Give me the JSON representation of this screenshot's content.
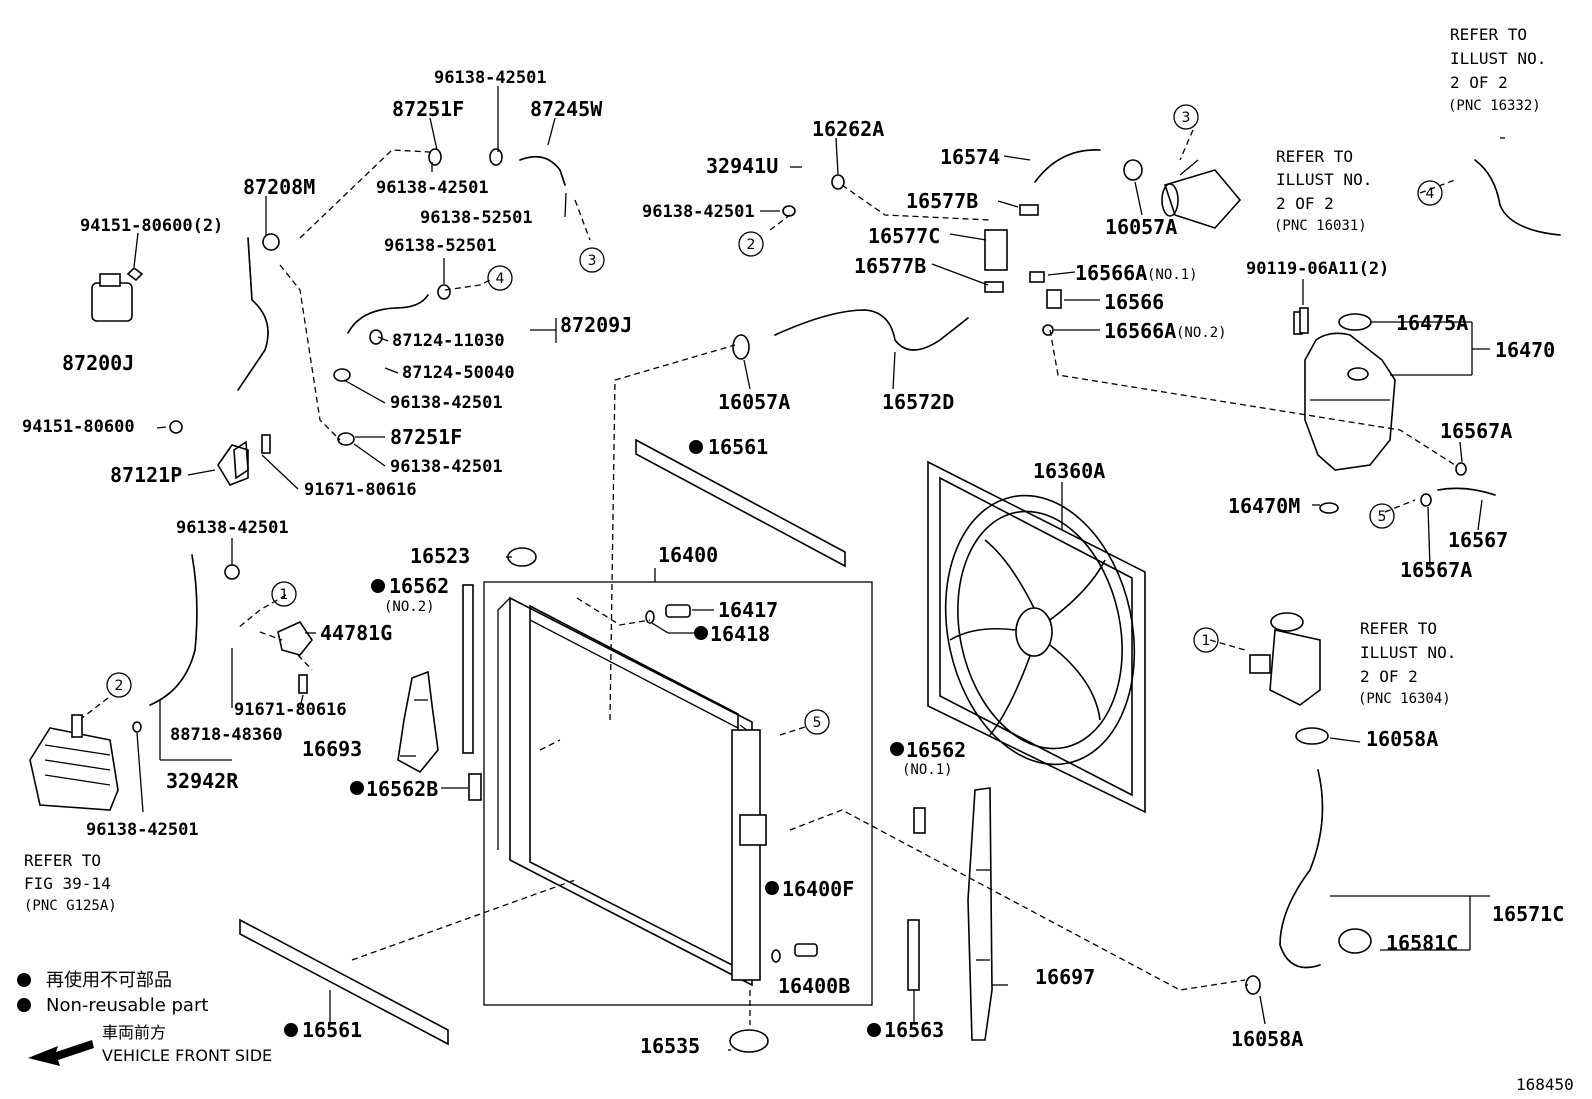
{
  "parts": {
    "p96138_42501_top": "96138-42501",
    "p87251F_top": "87251F",
    "p87245W": "87245W",
    "p87208M": "87208M",
    "p96138_42501_b": "96138-42501",
    "p96138_52501_a": "96138-52501",
    "p94151_80600_2": "94151-80600(2)",
    "p96138_52501_b": "96138-52501",
    "p87209J": "87209J",
    "p87124_11030": "87124-11030",
    "p87124_50040": "87124-50040",
    "p87200J": "87200J",
    "p96138_42501_c": "96138-42501",
    "p94151_80600": "94151-80600",
    "p87251F_b": "87251F",
    "p96138_42501_d": "96138-42501",
    "p87121P": "87121P",
    "p91671_80616_a": "91671-80616",
    "p32941U": "32941U",
    "p16262A": "16262A",
    "p96138_42501_e": "96138-42501",
    "p16574": "16574",
    "p16577B_a": "16577B",
    "p16057A_a": "16057A",
    "p16577C": "16577C",
    "p16577B_b": "16577B",
    "p16566A_1": "16566A",
    "p16566A_1_sub": "(NO.1)",
    "p16566": "16566",
    "p16566A_2": "16566A",
    "p16566A_2_sub": "(NO.2)",
    "p16057A_b": "16057A",
    "p16572D": "16572D",
    "p90119": "90119-06A11(2)",
    "p16475A": "16475A",
    "p16470": "16470",
    "p16567A_a": "16567A",
    "p16470M": "16470M",
    "p16567": "16567",
    "p16567A_b": "16567A",
    "p16561_top": "16561",
    "p16360A": "16360A",
    "p96138_42501_f": "96138-42501",
    "p16523": "16523",
    "p16400": "16400",
    "p16562_no2": "16562",
    "p16562_no2_sub": "(NO.2)",
    "p16417": "16417",
    "p16418": "16418",
    "p44781G": "44781G",
    "p91671_80616_b": "91671-80616",
    "p88718_48360": "88718-48360",
    "p16693": "16693",
    "p32942R": "32942R",
    "p16562B": "16562B",
    "p16562_no1": "16562",
    "p16562_no1_sub": "(NO.1)",
    "p16058A_a": "16058A",
    "p16400F": "16400F",
    "p16400B": "16400B",
    "p96138_42501_g": "96138-42501",
    "p16571C": "16571C",
    "p16581C": "16581C",
    "p16697": "16697",
    "p16561_bot": "16561",
    "p16535": "16535",
    "p16563": "16563",
    "p16058A_b": "16058A"
  },
  "refs": {
    "r1_l1": "REFER TO",
    "r1_l2": "ILLUST NO.",
    "r1_l3": "2 OF 2",
    "r1_l4": "(PNC 16332)",
    "r2_l1": "REFER TO",
    "r2_l2": "ILLUST NO.",
    "r2_l3": "2 OF 2",
    "r2_l4": "(PNC 16031)",
    "r3_l1": "REFER TO",
    "r3_l2": "ILLUST NO.",
    "r3_l3": "2 OF 2",
    "r3_l4": "(PNC 16304)",
    "r4_l1": "REFER TO",
    "r4_l2": "FIG 39-14",
    "r4_l3": "(PNC G125A)"
  },
  "legend": {
    "non_reusable_jp": "再使用不可部品",
    "non_reusable_en": "Non-reusable part",
    "front_jp": "車両前方",
    "front_en": "VEHICLE FRONT SIDE"
  },
  "markers": [
    "1",
    "2",
    "3",
    "4",
    "5"
  ],
  "illustration_number": "168450"
}
